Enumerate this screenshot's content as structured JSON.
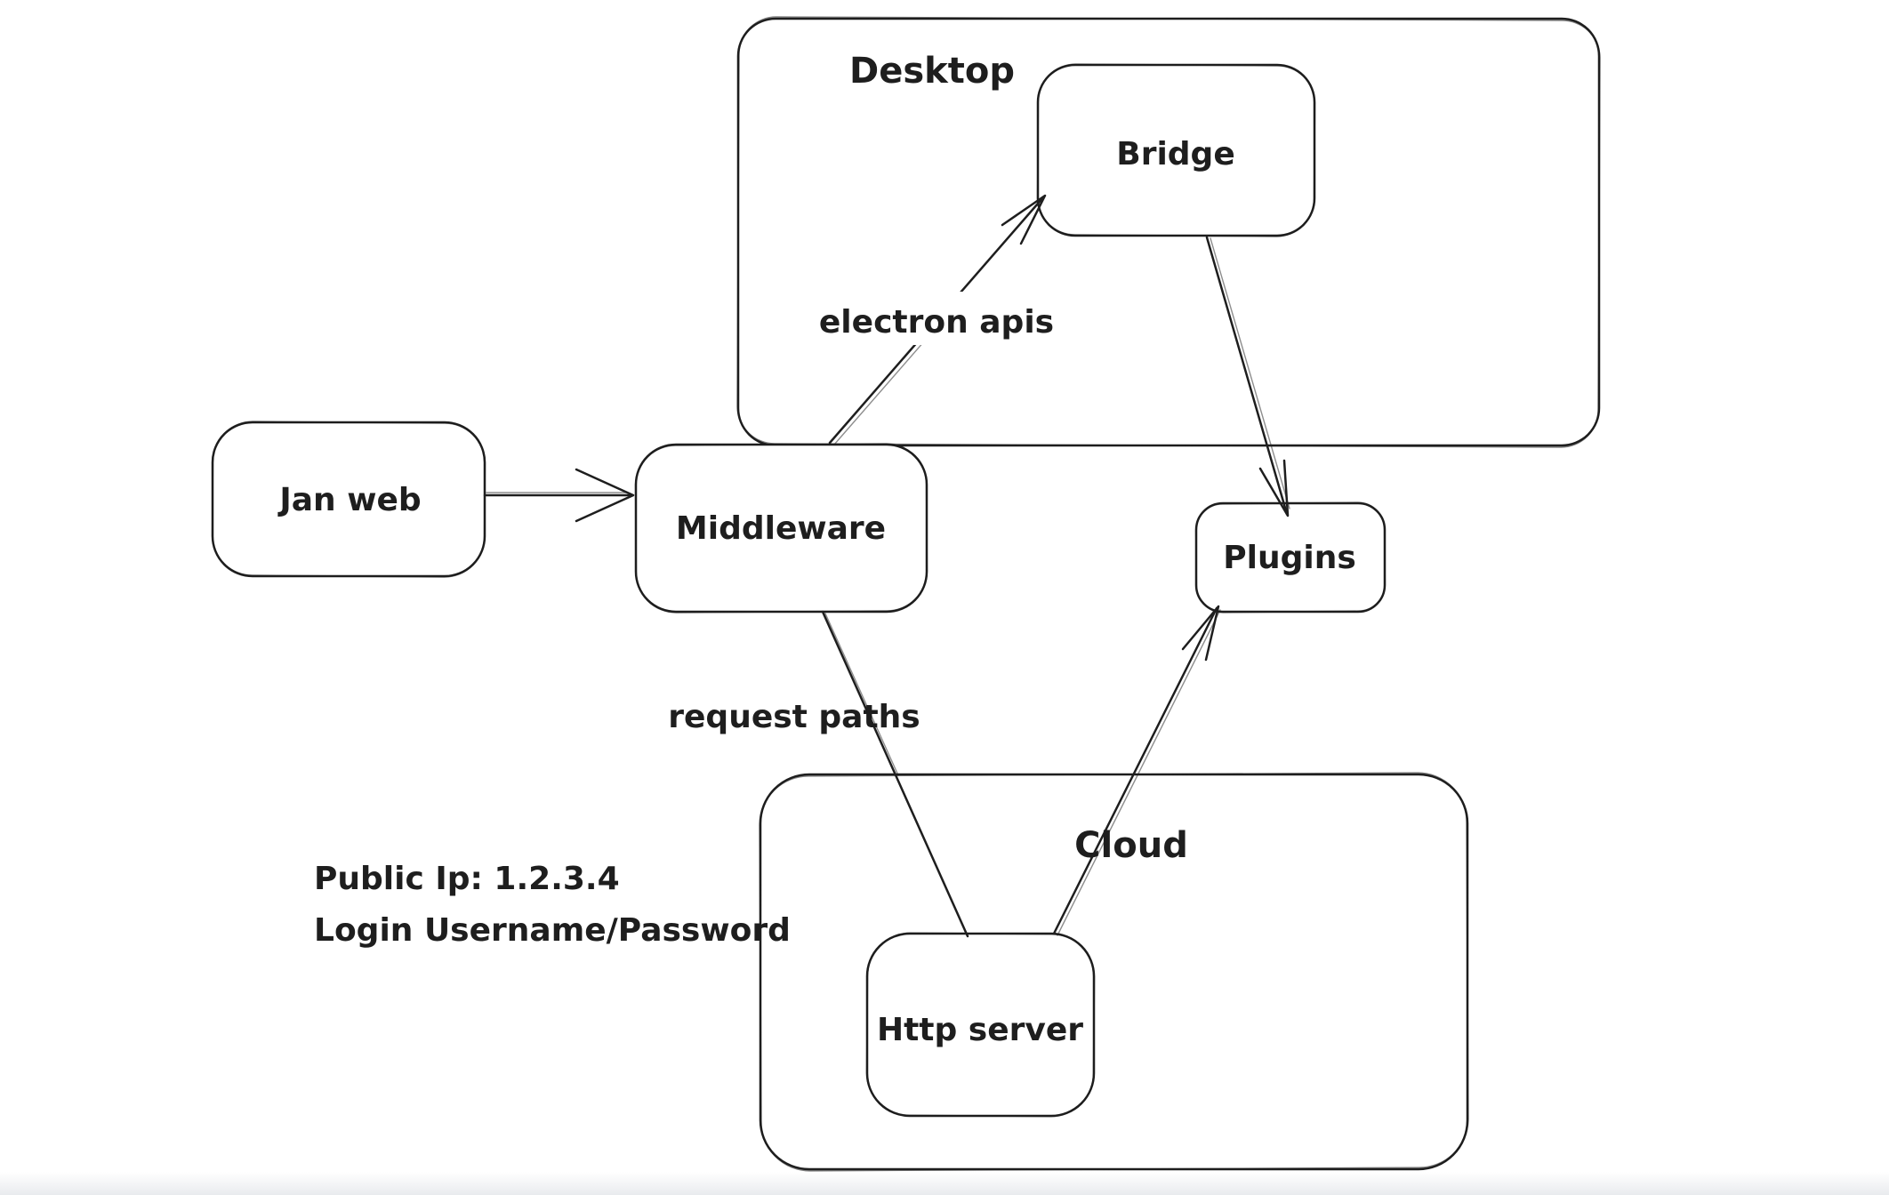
{
  "canvas": {
    "background": "#ffffff",
    "stroke_color": "#1e1e1e"
  },
  "containers": [
    {
      "id": "desktop",
      "label": "Desktop"
    },
    {
      "id": "cloud",
      "label": "Cloud"
    }
  ],
  "nodes": [
    {
      "id": "jan-web",
      "label": "Jan web"
    },
    {
      "id": "middleware",
      "label": "Middleware"
    },
    {
      "id": "bridge",
      "label": "Bridge"
    },
    {
      "id": "plugins",
      "label": "Plugins"
    },
    {
      "id": "http-server",
      "label": "Http server"
    }
  ],
  "edges": [
    {
      "from": "jan-web",
      "to": "middleware",
      "label": ""
    },
    {
      "from": "middleware",
      "to": "bridge",
      "label": "electron apis"
    },
    {
      "from": "bridge",
      "to": "plugins",
      "label": ""
    },
    {
      "from": "middleware",
      "to": "http-server",
      "label": "request paths"
    },
    {
      "from": "http-server",
      "to": "plugins",
      "label": ""
    }
  ],
  "annotation": {
    "line1": "Public Ip: 1.2.3.4",
    "line2": "Login Username/Password"
  }
}
